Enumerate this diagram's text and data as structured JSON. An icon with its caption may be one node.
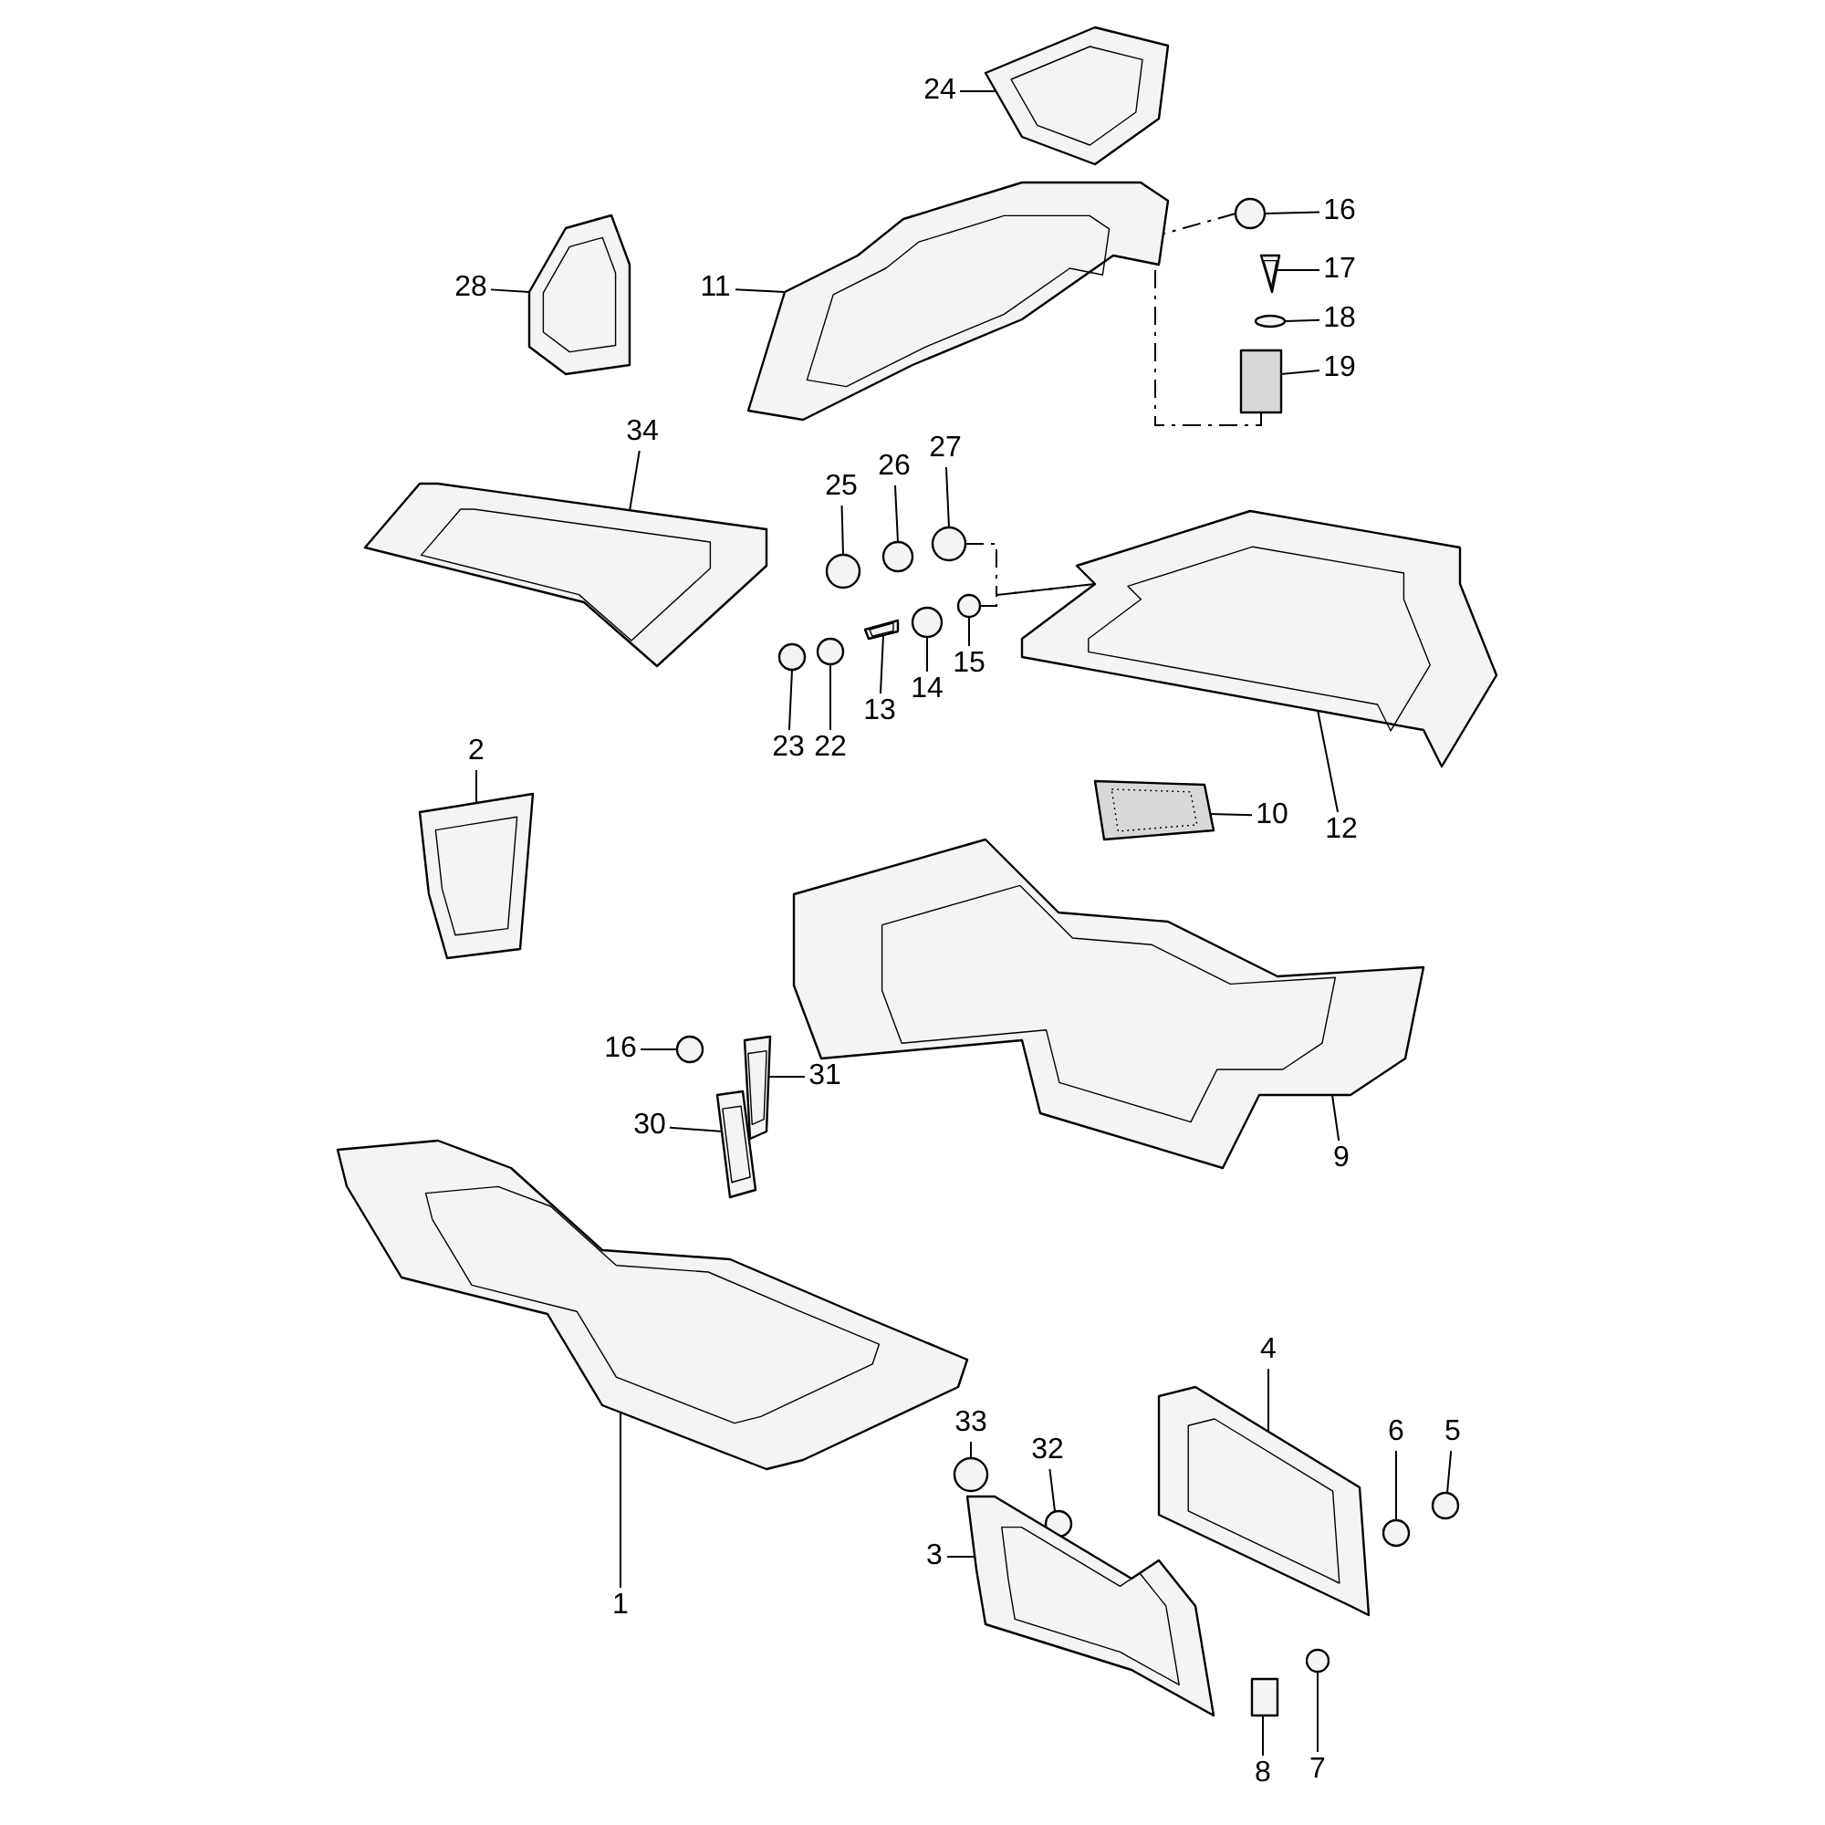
{
  "diagram": {
    "nodes": [
      {
        "text": [
          "24"
        ]
      },
      {
        "text": [],
        "shape": "picture"
      },
      {
        "text": [
          "16"
        ]
      },
      {
        "text": [],
        "shape": "circle"
      },
      {
        "text": [
          "28"
        ]
      },
      {
        "text": [],
        "shape": "picture"
      },
      {
        "text": [
          "11"
        ]
      },
      {
        "text": [],
        "shape": "picture"
      },
      {
        "text": [
          "17"
        ]
      },
      {
        "text": [],
        "shape": "picture"
      },
      {
        "text": [
          "18"
        ]
      },
      {
        "text": [],
        "shape": "circle"
      },
      {
        "text": [
          "19"
        ]
      },
      {
        "text": [],
        "shape": "box"
      },
      {
        "text": [
          "34"
        ]
      },
      {
        "text": [],
        "shape": "picture"
      },
      {
        "text": [
          "27"
        ]
      },
      {
        "text": [],
        "shape": "circle"
      },
      {
        "text": [
          "26"
        ]
      },
      {
        "text": [],
        "shape": "circle"
      },
      {
        "text": [
          "25"
        ]
      },
      {
        "text": [],
        "shape": "circle"
      },
      {
        "text": [
          "15"
        ]
      },
      {
        "text": [],
        "shape": "circle"
      },
      {
        "text": [
          "14"
        ]
      },
      {
        "text": [],
        "shape": "circle"
      },
      {
        "text": [
          "13"
        ]
      },
      {
        "text": [],
        "shape": "picture"
      },
      {
        "text": [
          "22"
        ]
      },
      {
        "text": [],
        "shape": "circle"
      },
      {
        "text": [
          "23"
        ]
      },
      {
        "text": [],
        "shape": "circle"
      },
      {
        "text": [
          "12"
        ]
      },
      {
        "text": [],
        "shape": "picture"
      },
      {
        "text": [
          "10"
        ]
      },
      {
        "text": [],
        "shape": "picture"
      },
      {
        "text": [
          "2"
        ]
      },
      {
        "text": [],
        "shape": "picture"
      },
      {
        "text": [
          "16"
        ]
      },
      {
        "text": [],
        "shape": "circle"
      },
      {
        "text": [
          "31"
        ]
      },
      {
        "text": [],
        "shape": "picture"
      },
      {
        "text": [
          "30"
        ]
      },
      {
        "text": [],
        "shape": "picture"
      },
      {
        "text": [
          "9"
        ]
      },
      {
        "text": [],
        "shape": "picture"
      },
      {
        "text": [
          "1"
        ]
      },
      {
        "text": [],
        "shape": "picture"
      },
      {
        "text": [
          "4"
        ]
      },
      {
        "text": [],
        "shape": "picture"
      },
      {
        "text": [
          "33"
        ]
      },
      {
        "text": [],
        "shape": "circle"
      },
      {
        "text": [
          "32"
        ]
      },
      {
        "text": [],
        "shape": "circle"
      },
      {
        "text": [
          "6"
        ]
      },
      {
        "text": [],
        "shape": "circle"
      },
      {
        "text": [
          "5"
        ]
      },
      {
        "text": [],
        "shape": "circle"
      },
      {
        "text": [
          "3"
        ]
      },
      {
        "text": [],
        "shape": "picture"
      },
      {
        "text": [
          "7"
        ]
      },
      {
        "text": [],
        "shape": "circle"
      },
      {
        "text": [
          "8"
        ]
      },
      {
        "text": [],
        "shape": "box"
      }
    ],
    "edges": [
      {
        "from": 0,
        "to": 1,
        "arrow": "none"
      },
      {
        "from": 2,
        "to": 3,
        "arrow": "none"
      },
      {
        "from": 4,
        "to": 5,
        "arrow": "none"
      },
      {
        "from": 6,
        "to": 7,
        "arrow": "none"
      },
      {
        "from": 8,
        "to": 9,
        "arrow": "none"
      },
      {
        "from": 10,
        "to": 11,
        "arrow": "none"
      },
      {
        "from": 12,
        "to": 13,
        "arrow": "none"
      },
      {
        "from": 14,
        "to": 15,
        "arrow": "none"
      },
      {
        "from": 16,
        "to": 17,
        "arrow": "none"
      },
      {
        "from": 18,
        "to": 19,
        "arrow": "none"
      },
      {
        "from": 20,
        "to": 21,
        "arrow": "none"
      },
      {
        "from": 22,
        "to": 23,
        "arrow": "none"
      },
      {
        "from": 24,
        "to": 25,
        "arrow": "none"
      },
      {
        "from": 26,
        "to": 27,
        "arrow": "none"
      },
      {
        "from": 28,
        "to": 29,
        "arrow": "none"
      },
      {
        "from": 30,
        "to": 31,
        "arrow": "none"
      },
      {
        "from": 32,
        "to": 33,
        "arrow": "none"
      },
      {
        "from": 34,
        "to": 35,
        "arrow": "none"
      },
      {
        "from": 36,
        "to": 37,
        "arrow": "none"
      },
      {
        "from": 38,
        "to": 39,
        "arrow": "none"
      },
      {
        "from": 40,
        "to": 41,
        "arrow": "none"
      },
      {
        "from": 42,
        "to": 43,
        "arrow": "none"
      },
      {
        "from": 44,
        "to": 45,
        "arrow": "none"
      },
      {
        "from": 46,
        "to": 47,
        "arrow": "none"
      },
      {
        "from": 48,
        "to": 49,
        "arrow": "none"
      },
      {
        "from": 50,
        "to": 51,
        "arrow": "none"
      },
      {
        "from": 52,
        "to": 53,
        "arrow": "none"
      },
      {
        "from": 54,
        "to": 55,
        "arrow": "none"
      },
      {
        "from": 56,
        "to": 57,
        "arrow": "none"
      },
      {
        "from": 58,
        "to": 59,
        "arrow": "none"
      },
      {
        "from": 60,
        "to": 61,
        "arrow": "none"
      },
      {
        "from": 62,
        "to": 63,
        "arrow": "none"
      },
      {
        "from": 3,
        "to": 7,
        "arrow": "none",
        "style": "dashed"
      },
      {
        "from": 13,
        "to": 7,
        "arrow": "none",
        "style": "dashed"
      },
      {
        "from": 17,
        "to": 33,
        "arrow": "none",
        "style": "dashed"
      },
      {
        "from": 23,
        "to": 33,
        "arrow": "none",
        "style": "dashed"
      }
    ]
  }
}
